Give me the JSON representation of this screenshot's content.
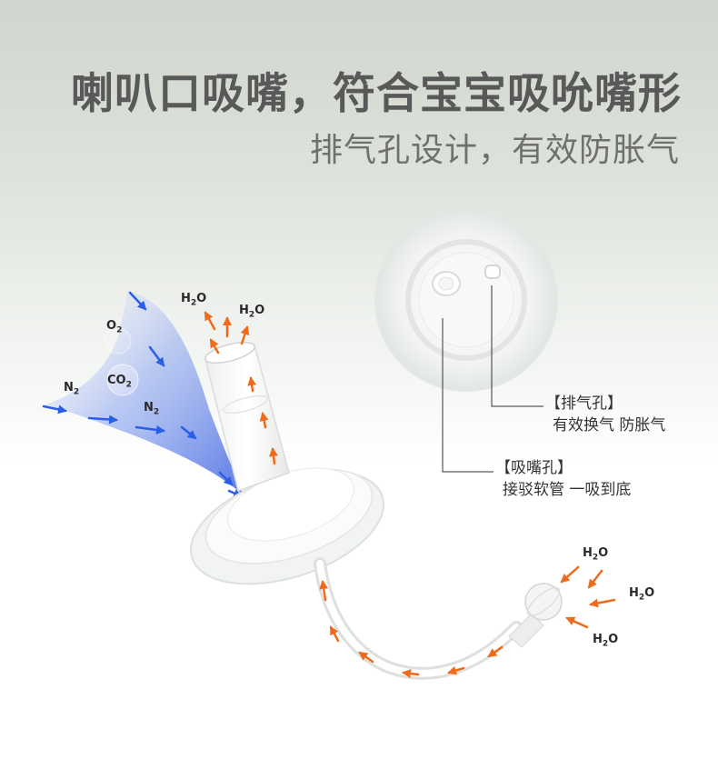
{
  "headline": {
    "title": "喇叭口吸嘴，符合宝宝吸吮嘴形",
    "subtitle": "排气孔设计，有效防胀气"
  },
  "callouts": {
    "vent": {
      "heading": "【排气孔】",
      "desc": "有效换气 防胀气"
    },
    "suction": {
      "heading": "【吸嘴孔】",
      "desc": "接驳软管 一吸到底"
    }
  },
  "chem_labels": {
    "o2": {
      "base": "O",
      "sub": "2"
    },
    "co2": {
      "base": "CO",
      "sub": "2"
    },
    "n2": {
      "base": "N",
      "sub": "2"
    },
    "h2o": {
      "pre": "H",
      "sub": "2",
      "post": "O"
    }
  },
  "colors": {
    "air_arrows": "#2a5ee8",
    "water_arrows": "#f06a1c",
    "heading_text": "#595959",
    "subtitle_text": "#707070"
  },
  "icons": [
    "airflow-arrow-icon",
    "water-flow-arrow-icon"
  ]
}
